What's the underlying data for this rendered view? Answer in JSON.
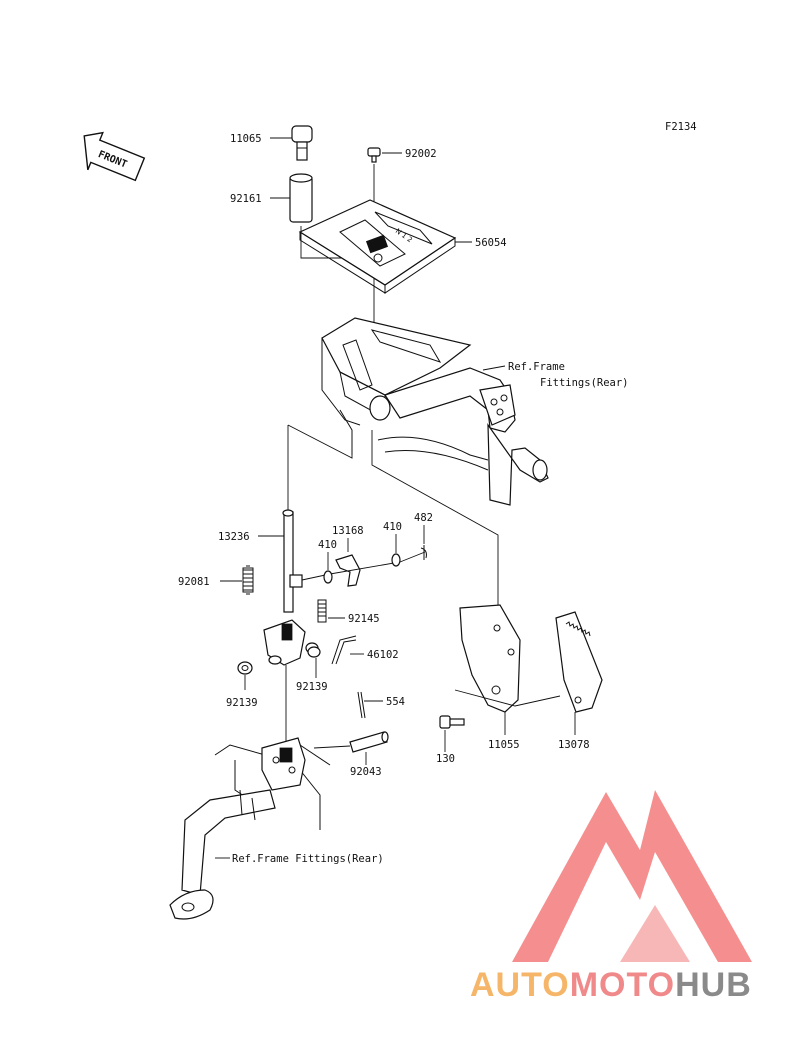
{
  "figure_code": "F2134",
  "front_badge": "FRONT",
  "parts": {
    "p11065": "11065",
    "p92002": "92002",
    "p92161": "92161",
    "p56054": "56054",
    "p13236": "13236",
    "p13168": "13168",
    "p410a": "410",
    "p410b": "410",
    "p482": "482",
    "p92081": "92081",
    "p92145": "92145",
    "p46102": "46102",
    "p92139a": "92139",
    "p92139b": "92139",
    "p554": "554",
    "p92043": "92043",
    "p130": "130",
    "p11055": "11055",
    "p13078": "13078"
  },
  "refs": {
    "upper_line1": "Ref.Frame",
    "upper_line2": "Fittings(Rear)",
    "lower": "Ref.Frame Fittings(Rear)"
  },
  "watermark": {
    "part1": "AUTO",
    "part2": "MOTO",
    "part3": "HUB",
    "colors": {
      "auto": "#f6b66a",
      "moto": "#f08a8a",
      "hub": "#8a8a8a",
      "logo": "#f26a6a"
    }
  }
}
